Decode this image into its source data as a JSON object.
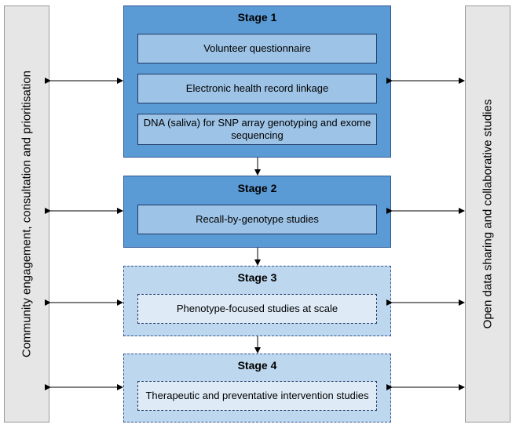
{
  "left_panel": {
    "label": "Community engagement, consultation and prioritisation"
  },
  "right_panel": {
    "label": "Open data sharing and collaborative studies"
  },
  "stages": [
    {
      "title": "Stage 1",
      "style": "solid",
      "items": [
        "Volunteer questionnaire",
        "Electronic health record linkage",
        "DNA (saliva) for SNP array genotyping and exome sequencing"
      ]
    },
    {
      "title": "Stage 2",
      "style": "solid",
      "items": [
        "Recall-by-genotype studies"
      ]
    },
    {
      "title": "Stage 3",
      "style": "dashed",
      "items": [
        "Phenotype-focused studies at scale"
      ]
    },
    {
      "title": "Stage 4",
      "style": "dashed",
      "items": [
        "Therapeutic and preventative intervention studies"
      ]
    }
  ],
  "colors": {
    "solid_fill": "#5b9bd5",
    "solid_item_fill": "#9dc3e6",
    "dashed_fill": "#bdd7ee",
    "dashed_item_fill": "#deebf7",
    "side_fill": "#e6e6e6"
  }
}
